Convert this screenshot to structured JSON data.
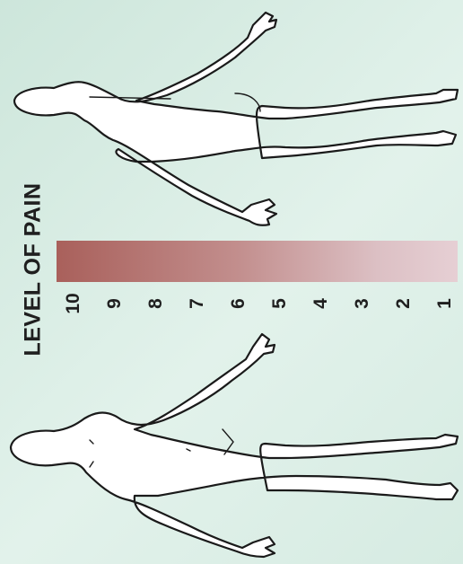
{
  "title": "LEVEL OF PAIN",
  "scale": {
    "labels": [
      "10",
      "9",
      "8",
      "7",
      "6",
      "5",
      "4",
      "3",
      "2",
      "1"
    ],
    "colors": {
      "high": "#a9605b",
      "low": "#e6cfd4"
    }
  },
  "figures": [
    "front-view",
    "back-view"
  ]
}
